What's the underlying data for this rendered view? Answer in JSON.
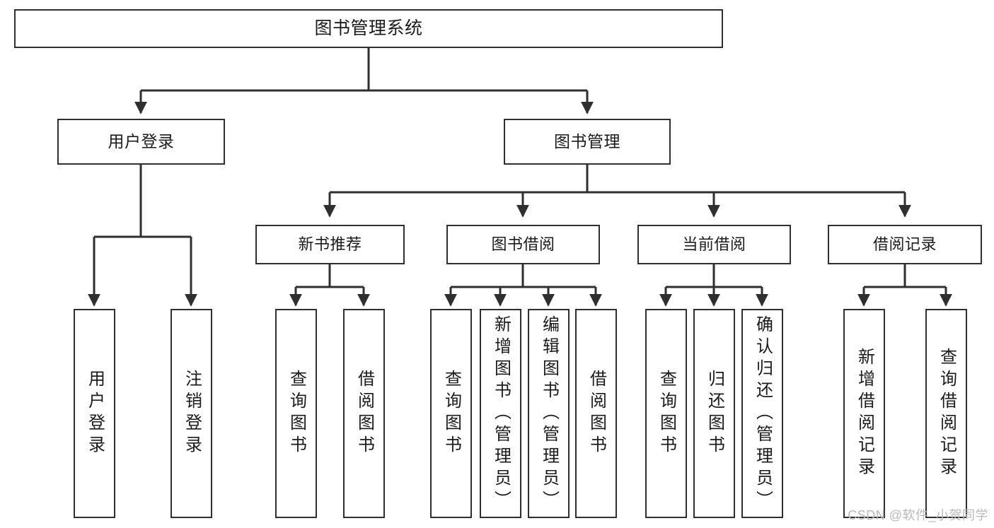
{
  "diagram": {
    "title_node": {
      "label": "图书管理系统"
    },
    "level2": [
      {
        "id": "user-login",
        "label": "用户登录"
      },
      {
        "id": "book-manage",
        "label": "图书管理"
      }
    ],
    "level3": [
      {
        "id": "new-book-rec",
        "label": "新书推荐"
      },
      {
        "id": "book-borrow",
        "label": "图书借阅"
      },
      {
        "id": "current-borrow",
        "label": "当前借阅"
      },
      {
        "id": "borrow-record",
        "label": "借阅记录"
      }
    ],
    "leaves": [
      {
        "id": "leaf-user-login",
        "label": "用户登录"
      },
      {
        "id": "leaf-logout",
        "label": "注销登录"
      },
      {
        "id": "leaf-query-book-1",
        "label": "查询图书"
      },
      {
        "id": "leaf-borrow-book-1",
        "label": "借阅图书"
      },
      {
        "id": "leaf-query-book-2",
        "label": "查询图书"
      },
      {
        "id": "leaf-add-book",
        "label": "新增图书（管理员）"
      },
      {
        "id": "leaf-edit-book",
        "label": "编辑图书（管理员）"
      },
      {
        "id": "leaf-borrow-book-2",
        "label": "借阅图书"
      },
      {
        "id": "leaf-query-book-3",
        "label": "查询图书"
      },
      {
        "id": "leaf-return-book",
        "label": "归还图书"
      },
      {
        "id": "leaf-confirm-return",
        "label": "确认归还（管理员）"
      },
      {
        "id": "leaf-add-record",
        "label": "新增借阅记录"
      },
      {
        "id": "leaf-query-record",
        "label": "查询借阅记录"
      }
    ]
  },
  "watermark": {
    "text": "CSDN @软件_小贺同学"
  },
  "colors": {
    "border": "#2f2f2f",
    "background": "#ffffff",
    "text": "#1b1b1b",
    "watermark": "#b9b9b9"
  }
}
